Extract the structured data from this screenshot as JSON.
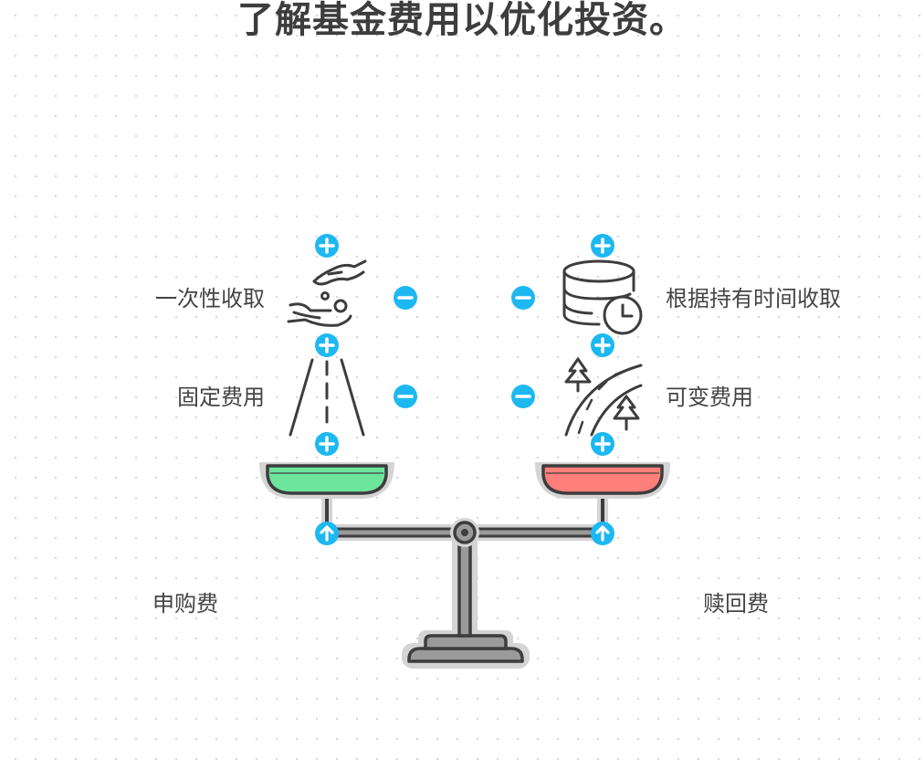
{
  "title": "了解基金费用以优化投资。",
  "left": {
    "name": "申购费",
    "features": [
      "一次性收取",
      "固定费用"
    ],
    "pan_color": "#6ee59c"
  },
  "right": {
    "name": "赎回费",
    "features": [
      "根据持有时间收取",
      "可变费用"
    ],
    "pan_color": "#ff7f7a"
  },
  "colors": {
    "accent": "#1db8f2",
    "stroke": "#3d3d3d",
    "metal": "#9a9a9a",
    "halo": "#d4d4d4"
  },
  "icons": {
    "left_top": "hands-coins-icon",
    "left_bottom": "road-icon",
    "right_top": "database-clock-icon",
    "right_bottom": "curved-road-trees-icon"
  }
}
